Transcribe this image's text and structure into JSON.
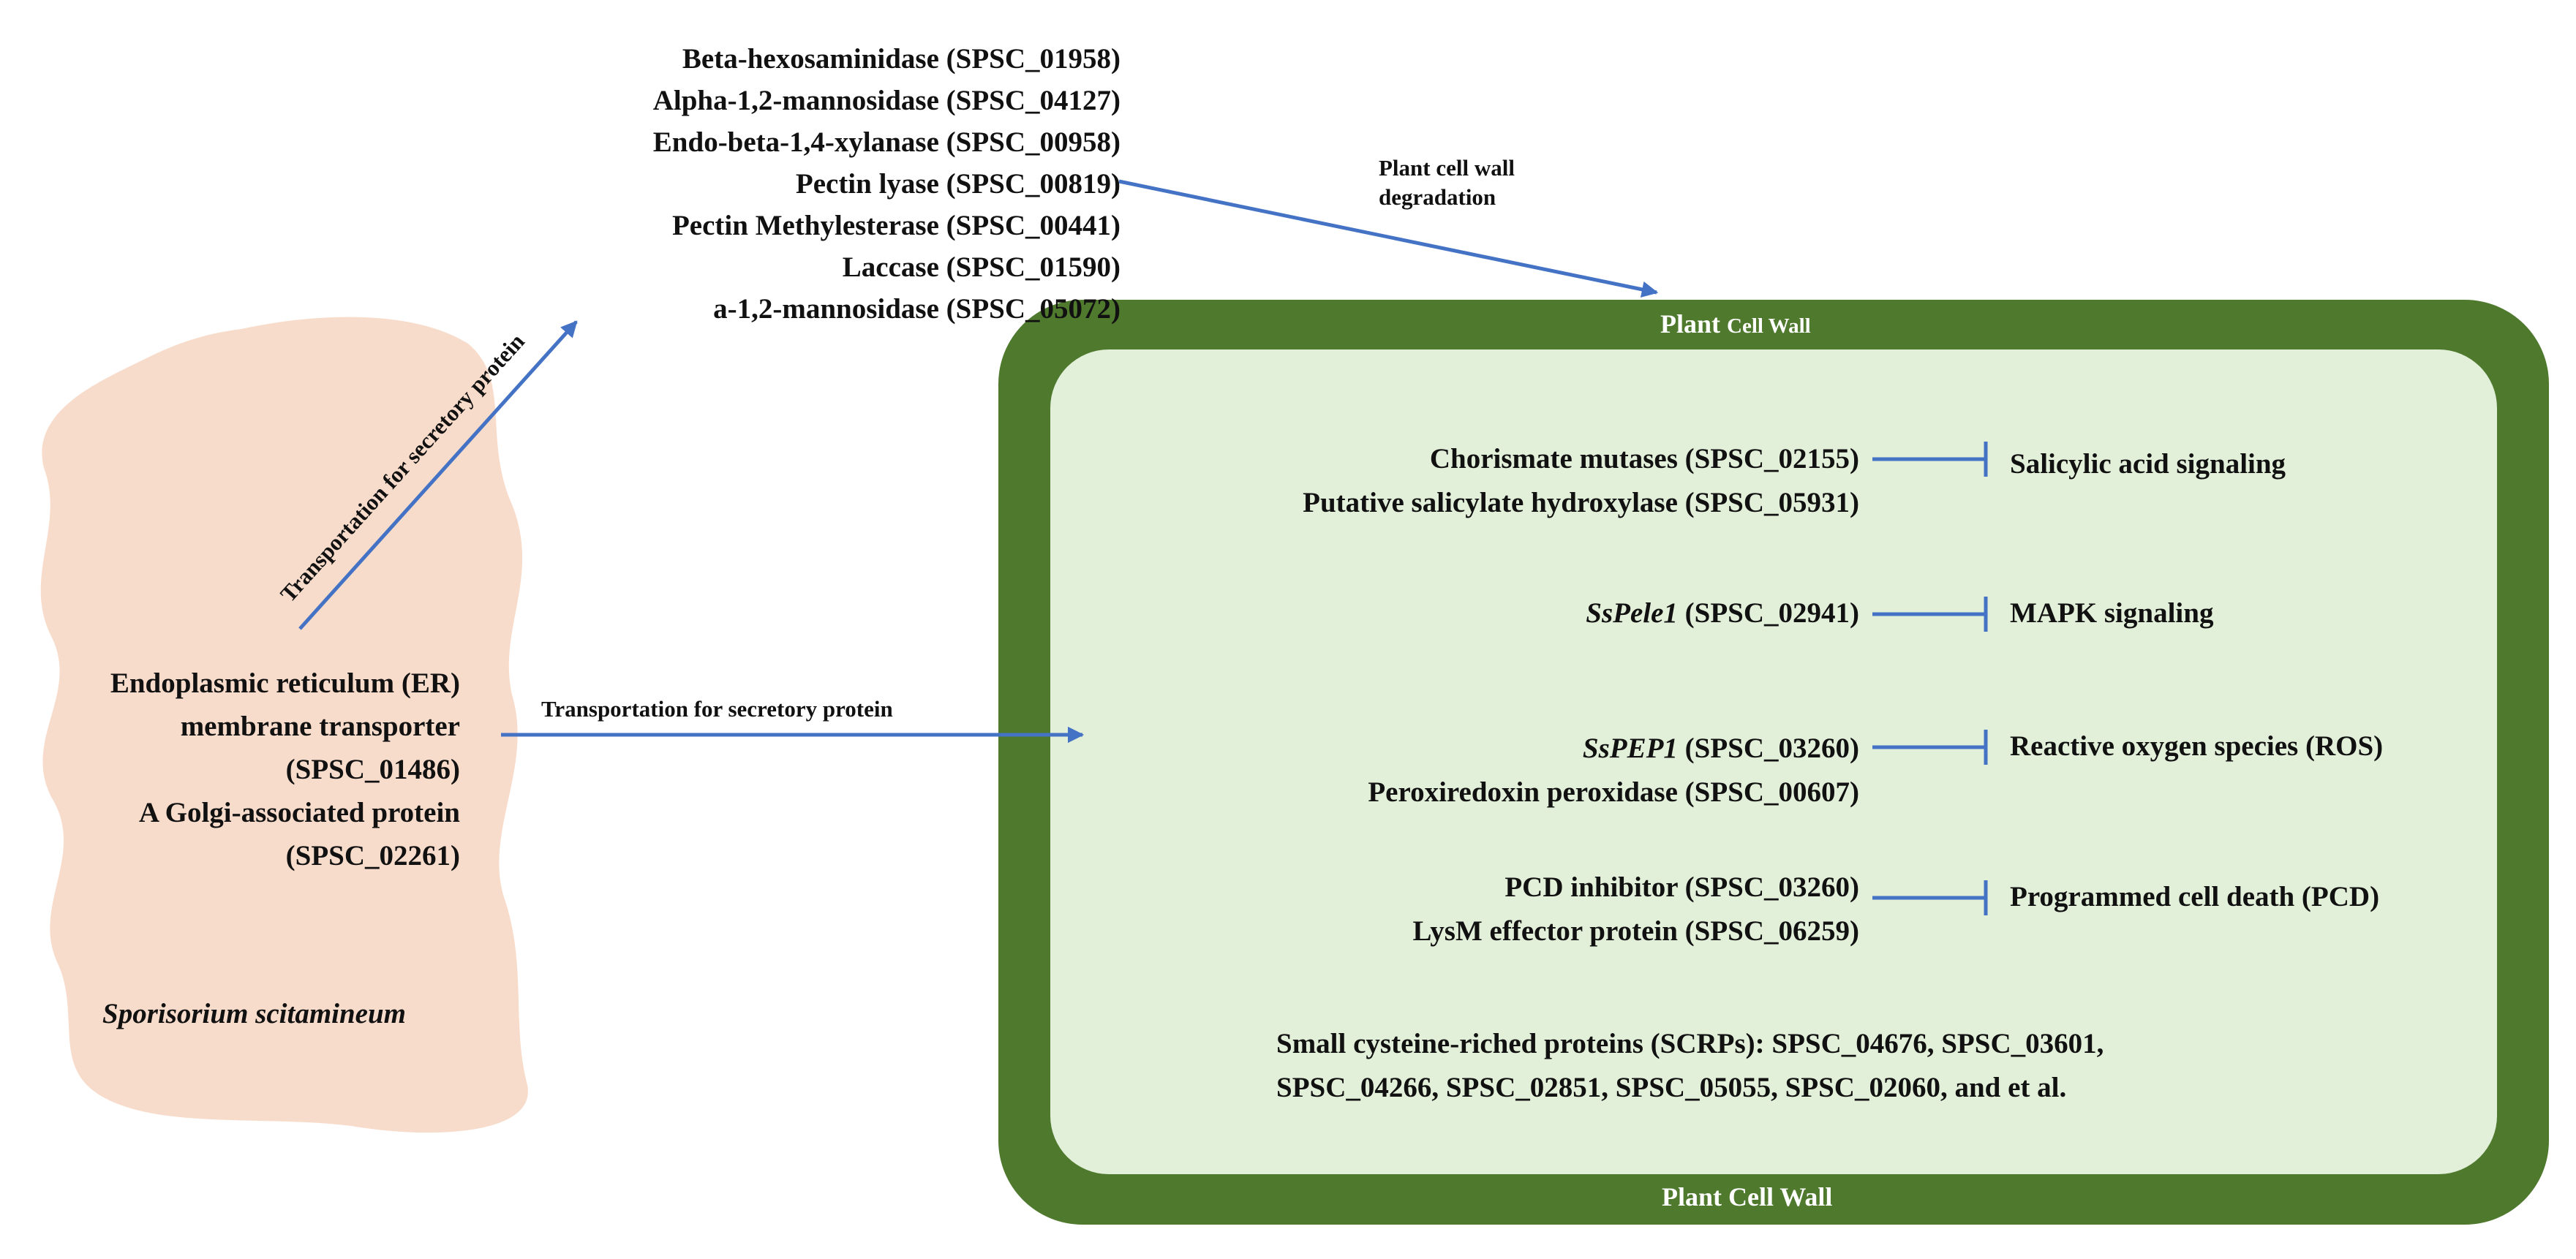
{
  "colors": {
    "fungus_fill": "#f8dccb",
    "wall_dark": "#4f7a2e",
    "wall_inner": "#e2efd9",
    "arrow": "#4472c4",
    "text": "#111111"
  },
  "secreted_enzymes": [
    "Beta-hexosaminidase (SPSC_01958)",
    "Alpha-1,2-mannosidase (SPSC_04127)",
    "Endo-beta-1,4-xylanase (SPSC_00958)",
    "Pectin lyase (SPSC_00819)",
    "Pectin Methylesterase (SPSC_00441)",
    "Laccase (SPSC_01590)",
    "a-1,2-mannosidase (SPSC_05072)"
  ],
  "degradation_label": [
    "Plant cell wall",
    "degradation"
  ],
  "diagonal_arrow_label": "Transportation for secretory protein",
  "horizontal_arrow_label": "Transportation for secretory protein",
  "fungus": {
    "lines": [
      "Endoplasmic reticulum (ER)",
      "membrane transporter",
      "(SPSC_01486)",
      "A Golgi-associated protein",
      "(SPSC_02261)"
    ],
    "species": "Sporisorium scitamineum"
  },
  "wall_top": {
    "big": "Plant",
    "small": "Cell Wall"
  },
  "wall_bottom": "Plant Cell Wall",
  "pathways": {
    "salicylic": {
      "effectors": [
        "Chorismate mutases (SPSC_02155)",
        "Putative salicylate hydroxylase (SPSC_05931)"
      ],
      "target": "Salicylic acid signaling"
    },
    "mapk": {
      "effector_name": "SsPele1",
      "effector_id": "(SPSC_02941)",
      "target": "MAPK signaling"
    },
    "ros": {
      "effector_name": "SsPEP1",
      "effector_id": "(SPSC_03260)",
      "effector2": "Peroxiredoxin peroxidase (SPSC_00607)",
      "target": "Reactive oxygen species (ROS)"
    },
    "pcd": {
      "effectors": [
        "PCD inhibitor (SPSC_03260)",
        "LysM effector protein (SPSC_06259)"
      ],
      "target": "Programmed cell death (PCD)"
    }
  },
  "scrps": [
    "Small cysteine-riched proteins (SCRPs): SPSC_04676, SPSC_03601,",
    "SPSC_04266, SPSC_02851, SPSC_05055, SPSC_02060, and et al."
  ]
}
